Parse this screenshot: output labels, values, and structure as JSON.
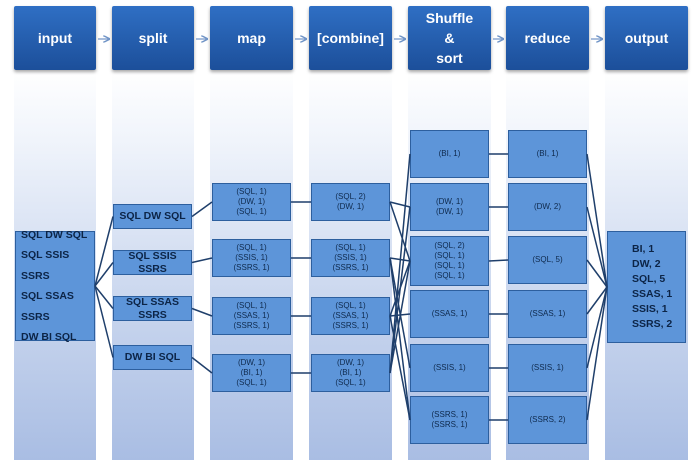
{
  "stages": [
    {
      "label": "input"
    },
    {
      "label": "split"
    },
    {
      "label": "map"
    },
    {
      "label": "[combine]"
    },
    {
      "label": "Shuffle\n&\nsort"
    },
    {
      "label": "reduce"
    },
    {
      "label": "output"
    }
  ],
  "input": {
    "lines": [
      "SQL DW SQL",
      "SQL SSIS SSRS",
      "SQL SSAS SSRS",
      "DW BI SQL"
    ]
  },
  "split": [
    {
      "lines": [
        "SQL DW SQL"
      ]
    },
    {
      "lines": [
        "SQL SSIS SSRS"
      ]
    },
    {
      "lines": [
        "SQL SSAS SSRS"
      ]
    },
    {
      "lines": [
        "DW BI SQL"
      ]
    }
  ],
  "map": [
    {
      "lines": [
        "(SQL, 1)",
        "(DW, 1)",
        "(SQL, 1)"
      ]
    },
    {
      "lines": [
        "(SQL, 1)",
        "(SSIS, 1)",
        "(SSRS, 1)"
      ]
    },
    {
      "lines": [
        "(SQL, 1)",
        "(SSAS, 1)",
        "(SSRS, 1)"
      ]
    },
    {
      "lines": [
        "(DW, 1)",
        "(BI, 1)",
        "(SQL, 1)"
      ]
    }
  ],
  "combine": [
    {
      "lines": [
        "(SQL, 2)",
        "(DW, 1)"
      ]
    },
    {
      "lines": [
        "(SQL, 1)",
        "(SSIS, 1)",
        "(SSRS, 1)"
      ]
    },
    {
      "lines": [
        "(SQL, 1)",
        "(SSAS, 1)",
        "(SSRS, 1)"
      ]
    },
    {
      "lines": [
        "(DW, 1)",
        "(BI, 1)",
        "(SQL, 1)"
      ]
    }
  ],
  "shuffle": [
    {
      "lines": [
        "(BI, 1)"
      ]
    },
    {
      "lines": [
        "(DW, 1)",
        "(DW, 1)"
      ]
    },
    {
      "lines": [
        "(SQL, 2)",
        "(SQL, 1)",
        "(SQL, 1)",
        "(SQL, 1)"
      ]
    },
    {
      "lines": [
        "(SSAS, 1)"
      ]
    },
    {
      "lines": [
        "(SSIS, 1)"
      ]
    },
    {
      "lines": [
        "(SSRS, 1)",
        "(SSRS, 1)"
      ]
    }
  ],
  "reduce": [
    {
      "lines": [
        "(BI, 1)"
      ]
    },
    {
      "lines": [
        "(DW, 2)"
      ]
    },
    {
      "lines": [
        "(SQL, 5)"
      ]
    },
    {
      "lines": [
        "(SSAS, 1)"
      ]
    },
    {
      "lines": [
        "(SSIS, 1)"
      ]
    },
    {
      "lines": [
        "(SSRS, 2)"
      ]
    }
  ],
  "output": {
    "lines": [
      "BI, 1",
      "DW, 2",
      "SQL, 5",
      "SSAS, 1",
      "SSIS, 1",
      "SSRS, 2"
    ]
  },
  "colors": {
    "header": "#1c4f9a",
    "box": "#5d95d9",
    "line": "#1f3f6b",
    "arrow": "#6f93c6"
  }
}
